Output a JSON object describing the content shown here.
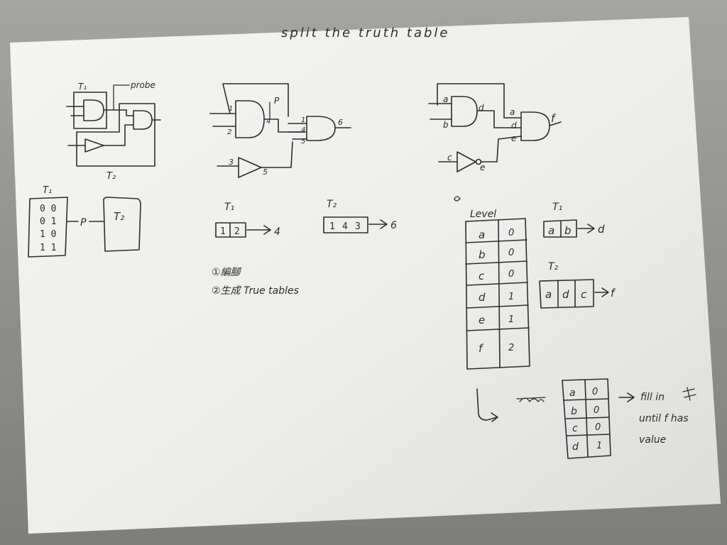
{
  "title": "split the truth table",
  "left_sketch": {
    "t1_label": "T₁",
    "t2_label": "T₂",
    "probe_label": "probe",
    "t1_box_label": "T₁",
    "t1_rows": [
      "0 0",
      "0 1",
      "1 0",
      "1 1"
    ],
    "p_label": "P",
    "t2_box_label": "T₂"
  },
  "middle_sketch": {
    "pin_labels": {
      "and1_in_top": "1",
      "and1_in_bottom": "2",
      "and1_out": "4",
      "probe": "P",
      "and2_in_top": "1",
      "and2_in_mid": "4",
      "and2_in_bottom": "5",
      "and2_out": "6",
      "buf_in": "3",
      "buf_out": "5"
    },
    "t1_label": "T₁",
    "t1_cells": [
      "1",
      "2"
    ],
    "t1_result": "4",
    "t2_label": "T₂",
    "t2_cells": [
      "1",
      "4",
      "3"
    ],
    "t2_result": "6",
    "step1": "①編腳",
    "step2": "②生成 True tables"
  },
  "right_sketch": {
    "signals": {
      "a": "a",
      "b": "b",
      "d": "d",
      "c": "c",
      "e": "e",
      "f": "f",
      "and2_a": "a",
      "and2_d": "d",
      "and2_e": "e"
    },
    "level_title": "Level",
    "level_rows": [
      {
        "signal": "a",
        "level": "0"
      },
      {
        "signal": "b",
        "level": "0"
      },
      {
        "signal": "c",
        "level": "0"
      },
      {
        "signal": "d",
        "level": "1"
      },
      {
        "signal": "e",
        "level": "1"
      },
      {
        "signal": "f",
        "level": "2"
      }
    ],
    "t1_label": "T₁",
    "t1_cells": [
      "a",
      "b"
    ],
    "t1_result": "d",
    "t2_label": "T₂",
    "t2_cells": [
      "a",
      "d",
      "c"
    ],
    "t2_result": "f",
    "fill_table_rows": [
      {
        "signal": "a",
        "value": "0"
      },
      {
        "signal": "b",
        "value": "0"
      },
      {
        "signal": "c",
        "value": "0"
      },
      {
        "signal": "d",
        "value": "1"
      }
    ],
    "note_line1": "fill in",
    "note_line2": "until f has",
    "note_line3": "value"
  }
}
